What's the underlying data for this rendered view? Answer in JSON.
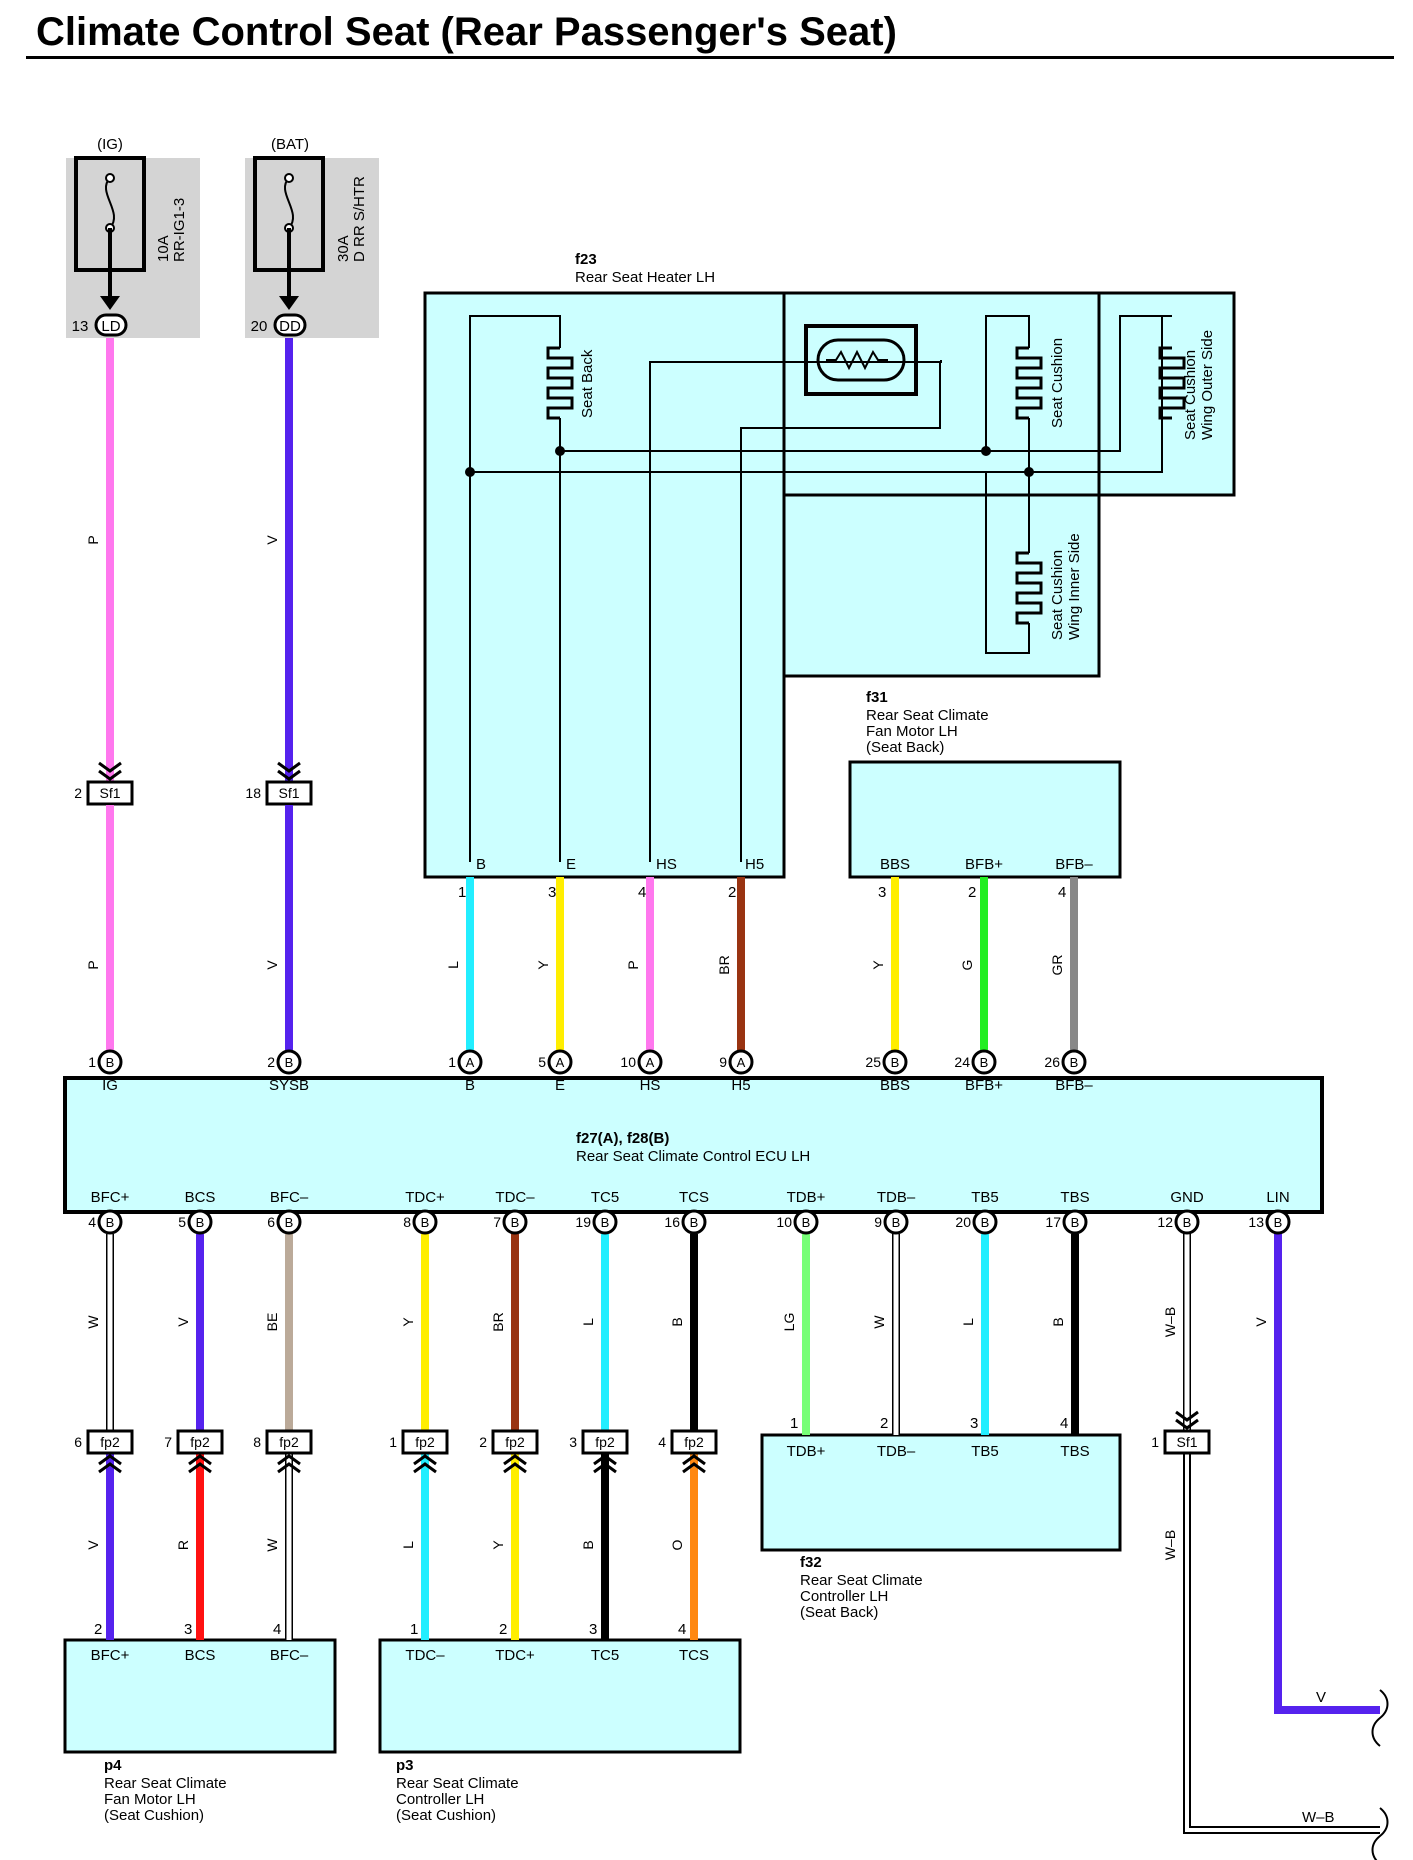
{
  "title": "Climate Control Seat (Rear Passenger's Seat)",
  "colors": {
    "P": "#ff77ee",
    "V": "#5522ee",
    "L": "#22eeff",
    "Y": "#ffee00",
    "BR": "#993311",
    "G": "#22ee22",
    "GR": "#888888",
    "W": "#ffffff",
    "BE": "#bbaa99",
    "LG": "#77ff77",
    "B": "#000000",
    "R": "#ff1111",
    "O": "#ff8811",
    "box_fill": "#ccffff",
    "fuse_fill": "#d4d4d4"
  },
  "fuses": [
    {
      "supply": "(IG)",
      "rating": "10A",
      "name": "RR-IG1-3",
      "pin": "13",
      "conn": "LD"
    },
    {
      "supply": "(BAT)",
      "rating": "30A",
      "name": "D RR S/HTR",
      "pin": "20",
      "conn": "DD"
    }
  ],
  "heater": {
    "id": "f23",
    "name": "Rear Seat Heater LH",
    "elements": [
      "Seat Back",
      "Seat Cushion",
      "Seat Cushion Wing Outer Side",
      "Seat Cushion Wing Inner Side"
    ],
    "terminals": [
      {
        "pin": "1",
        "label": "B"
      },
      {
        "pin": "3",
        "label": "E"
      },
      {
        "pin": "4",
        "label": "HS"
      },
      {
        "pin": "2",
        "label": "H5"
      }
    ]
  },
  "fan_back": {
    "id": "f31",
    "name_lines": [
      "Rear Seat Climate",
      "Fan Motor LH",
      "(Seat Back)"
    ],
    "terminals": [
      {
        "pin": "3",
        "label": "BBS"
      },
      {
        "pin": "2",
        "label": "BFB+"
      },
      {
        "pin": "4",
        "label": "BFB–"
      }
    ]
  },
  "ecu": {
    "id": "f27(A), f28(B)",
    "name": "Rear Seat Climate Control ECU LH",
    "top_terminals": [
      {
        "pin": "1",
        "conn": "B",
        "label": "IG"
      },
      {
        "pin": "2",
        "conn": "B",
        "label": "SYSB"
      },
      {
        "pin": "1",
        "conn": "A",
        "label": "B"
      },
      {
        "pin": "5",
        "conn": "A",
        "label": "E"
      },
      {
        "pin": "10",
        "conn": "A",
        "label": "HS"
      },
      {
        "pin": "9",
        "conn": "A",
        "label": "H5"
      },
      {
        "pin": "25",
        "conn": "B",
        "label": "BBS"
      },
      {
        "pin": "24",
        "conn": "B",
        "label": "BFB+"
      },
      {
        "pin": "26",
        "conn": "B",
        "label": "BFB–"
      }
    ],
    "bottom_terminals": [
      {
        "pin": "4",
        "conn": "B",
        "label": "BFC+"
      },
      {
        "pin": "5",
        "conn": "B",
        "label": "BCS"
      },
      {
        "pin": "6",
        "conn": "B",
        "label": "BFC–"
      },
      {
        "pin": "8",
        "conn": "B",
        "label": "TDC+"
      },
      {
        "pin": "7",
        "conn": "B",
        "label": "TDC–"
      },
      {
        "pin": "19",
        "conn": "B",
        "label": "TC5"
      },
      {
        "pin": "16",
        "conn": "B",
        "label": "TCS"
      },
      {
        "pin": "10",
        "conn": "B",
        "label": "TDB+"
      },
      {
        "pin": "9",
        "conn": "B",
        "label": "TDB–"
      },
      {
        "pin": "20",
        "conn": "B",
        "label": "TB5"
      },
      {
        "pin": "17",
        "conn": "B",
        "label": "TBS"
      },
      {
        "pin": "12",
        "conn": "B",
        "label": "GND"
      },
      {
        "pin": "13",
        "conn": "B",
        "label": "LIN"
      }
    ]
  },
  "junctions_top": [
    {
      "pin": "2",
      "conn": "Sf1"
    },
    {
      "pin": "18",
      "conn": "Sf1"
    }
  ],
  "junctions_bottom": [
    {
      "pin": "6",
      "conn": "fp2"
    },
    {
      "pin": "7",
      "conn": "fp2"
    },
    {
      "pin": "8",
      "conn": "fp2"
    },
    {
      "pin": "1",
      "conn": "fp2"
    },
    {
      "pin": "2",
      "conn": "fp2"
    },
    {
      "pin": "3",
      "conn": "fp2"
    },
    {
      "pin": "4",
      "conn": "fp2"
    },
    {
      "pin": "1",
      "conn": "Sf1"
    }
  ],
  "wire_codes": {
    "top_upper": [
      "P",
      "V"
    ],
    "top_lower": [
      "P",
      "V",
      "L",
      "Y",
      "P",
      "BR",
      "Y",
      "G",
      "GR"
    ],
    "bottom_upper": [
      "W",
      "V",
      "BE",
      "Y",
      "BR",
      "L",
      "B",
      "LG",
      "W",
      "L",
      "B",
      "W–B",
      "V"
    ],
    "bottom_lower": [
      "V",
      "R",
      "W",
      "L",
      "Y",
      "B",
      "O",
      "W–B"
    ],
    "heater_pins_lower": [
      "1",
      "3",
      "4",
      "2"
    ],
    "fan_pins_lower": [
      "3",
      "2",
      "4"
    ]
  },
  "controller_back": {
    "id": "f32",
    "name_lines": [
      "Rear Seat Climate",
      "Controller LH",
      "(Seat Back)"
    ],
    "terminals": [
      {
        "pin": "1",
        "label": "TDB+"
      },
      {
        "pin": "2",
        "label": "TDB–"
      },
      {
        "pin": "3",
        "label": "TB5"
      },
      {
        "pin": "4",
        "label": "TBS"
      }
    ]
  },
  "fan_cushion": {
    "id": "p4",
    "name_lines": [
      "Rear Seat Climate",
      "Fan Motor LH",
      "(Seat Cushion)"
    ],
    "terminals": [
      {
        "pin": "2",
        "label": "BFC+"
      },
      {
        "pin": "3",
        "label": "BCS"
      },
      {
        "pin": "4",
        "label": "BFC–"
      }
    ]
  },
  "controller_cushion": {
    "id": "p3",
    "name_lines": [
      "Rear Seat Climate",
      "Controller LH",
      "(Seat Cushion)"
    ],
    "terminals": [
      {
        "pin": "1",
        "label": "TDC–"
      },
      {
        "pin": "2",
        "label": "TDC+"
      },
      {
        "pin": "3",
        "label": "TC5"
      },
      {
        "pin": "4",
        "label": "TCS"
      }
    ]
  },
  "offpage": {
    "lin_wire": "V",
    "gnd_wire": "W–B"
  }
}
